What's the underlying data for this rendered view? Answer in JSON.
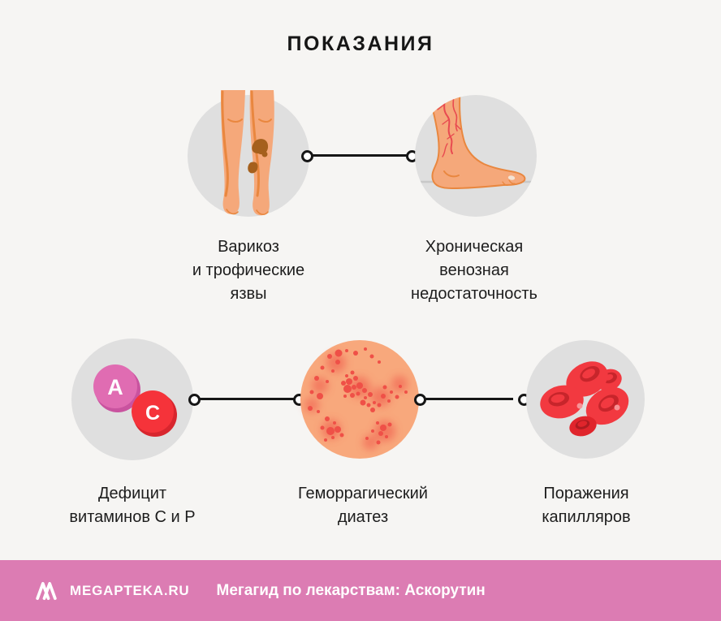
{
  "title": "ПОКАЗАНИЯ",
  "indications": [
    {
      "id": "varicose",
      "icon": "legs-varicose-icon",
      "label_lines": [
        "Варикоз",
        "и трофические",
        "язвы"
      ]
    },
    {
      "id": "venous-insufficiency",
      "icon": "foot-veins-icon",
      "label_lines": [
        "Хроническая",
        "венозная",
        "недостаточность"
      ]
    },
    {
      "id": "vitamin-deficiency",
      "icon": "vitamin-pills-icon",
      "pill_letters": [
        "A",
        "C"
      ],
      "label_lines": [
        "Дефицит",
        "витаминов С и Р"
      ]
    },
    {
      "id": "hemorrhagic-diathesis",
      "icon": "skin-rash-icon",
      "label_lines": [
        "Геморрагический",
        "диатез"
      ]
    },
    {
      "id": "capillary-damage",
      "icon": "blood-cells-icon",
      "label_lines": [
        "Поражения",
        "капилляров"
      ]
    }
  ],
  "footer": {
    "brand": "MEGAPTEKA.RU",
    "guide_text": "Мегагид по лекарствам: Аскорутин"
  },
  "colors": {
    "background": "#F6F5F3",
    "footer_pink": "#DC7CB3",
    "circle_gray": "#DFDFDF",
    "skin": "#F5A87A",
    "skin_outline": "#E9873F",
    "ulcer_brown": "#A5601D",
    "vein_red": "#E84A50",
    "pill_pink": "#E06CB2",
    "pill_pink_dark": "#C9539F",
    "pill_red": "#F5333A",
    "pill_red_dark": "#D8262E",
    "rash_skin": "#F8A87C",
    "rash_dot": "#EF5047",
    "blood_red": "#F23940",
    "blood_dark": "#C7252B",
    "text_dark": "#1D1D1D",
    "connector_black": "#161616"
  }
}
